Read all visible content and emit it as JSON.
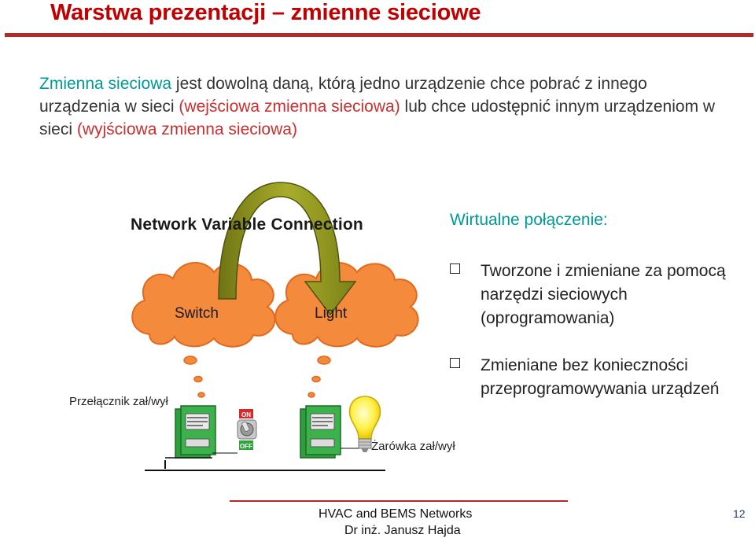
{
  "slide": {
    "title": "Warstwa prezentacji – zmienne sieciowe",
    "intro": {
      "term": "Zmienna sieciowa",
      "part1": " jest dowolną daną, którą jedno urządzenie chce pobrać z innego urządzenia w sieci ",
      "input_var": "(wejściowa zmienna sieciowa)",
      "part2": " lub chce udostępnić innym urządzeniom w sieci ",
      "output_var": "(wyjściowa zmienna sieciowa)"
    },
    "diagram": {
      "title": "Network Variable Connection",
      "switch_label": "Switch",
      "light_label": "Light",
      "switch_caption": "Przełącznik zał/wył",
      "bulb_caption": "Żarówka zał/wył",
      "on_label": "ON",
      "off_label": "OFF"
    },
    "right": {
      "heading": "Wirtualne połączenie:",
      "bullets": [
        "Tworzone i zmieniane za pomocą narzędzi sieciowych (oprogramowania)",
        "Zmieniane bez konieczności przeprogramowywania urządzeń"
      ]
    },
    "footer": {
      "line1": "HVAC and BEMS Networks",
      "line2": "Dr inż. Janusz Hajda",
      "page": "12"
    },
    "colors": {
      "title_red": "#c00000",
      "teal": "#009999",
      "cloud_orange": "#f48a3c",
      "arrow_green": "#8a8f1e",
      "module_green": "#2e9e3c"
    }
  }
}
